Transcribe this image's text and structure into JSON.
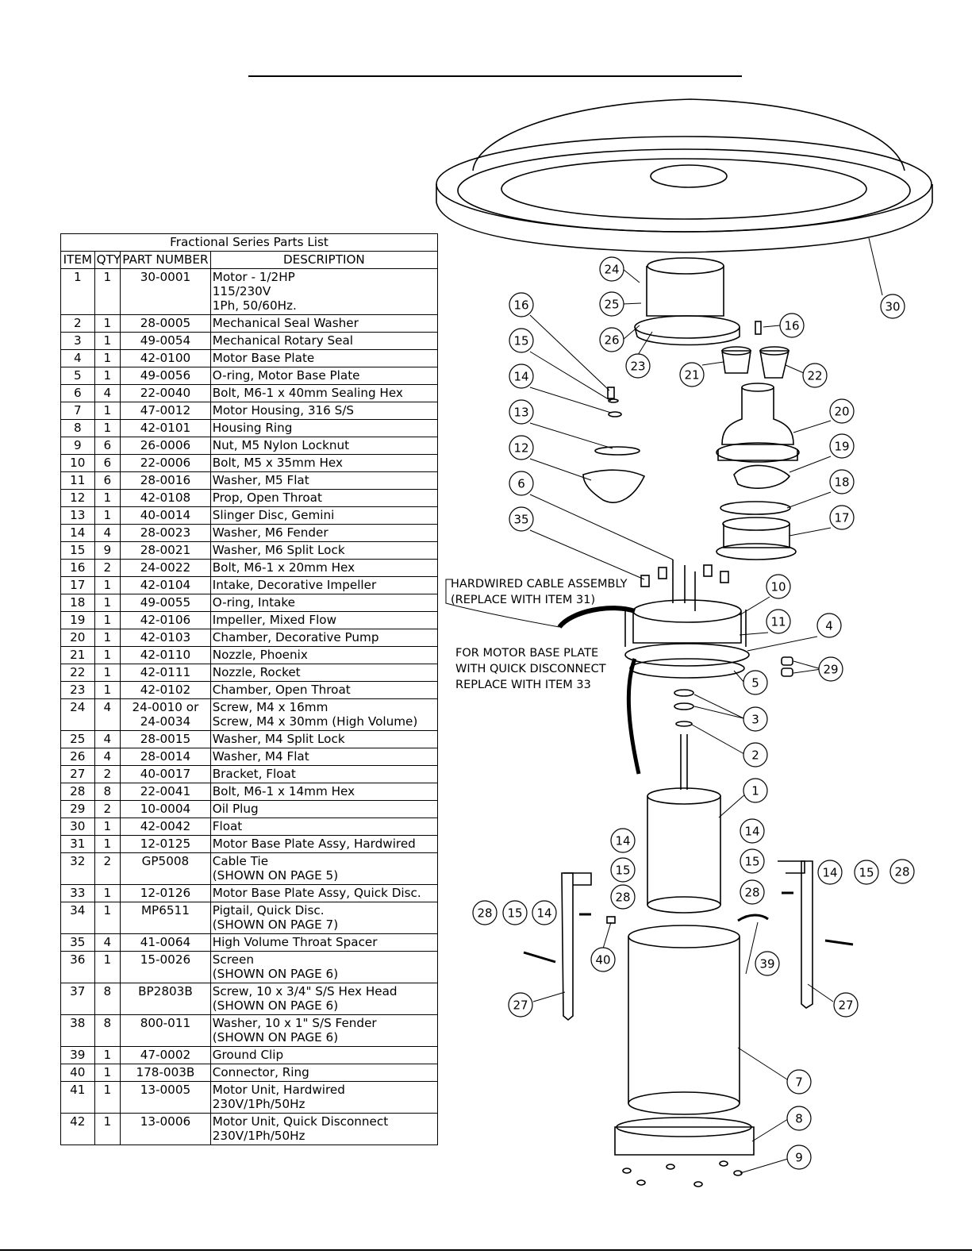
{
  "table": {
    "title": "Fractional Series Parts List",
    "headers": [
      "ITEM",
      "QTY",
      "PART NUMBER",
      "DESCRIPTION"
    ],
    "rows": [
      {
        "item": "1",
        "qty": "1",
        "pn": "30-0001",
        "desc": "Motor - 1/2HP\n            115/230V\n            1Ph, 50/60Hz."
      },
      {
        "item": "2",
        "qty": "1",
        "pn": "28-0005",
        "desc": "Mechanical Seal Washer"
      },
      {
        "item": "3",
        "qty": "1",
        "pn": "49-0054",
        "desc": "Mechanical Rotary Seal"
      },
      {
        "item": "4",
        "qty": "1",
        "pn": "42-0100",
        "desc": "Motor Base Plate"
      },
      {
        "item": "5",
        "qty": "1",
        "pn": "49-0056",
        "desc": "O-ring, Motor Base Plate"
      },
      {
        "item": "6",
        "qty": "4",
        "pn": "22-0040",
        "desc": "Bolt, M6-1 x 40mm Sealing Hex"
      },
      {
        "item": "7",
        "qty": "1",
        "pn": "47-0012",
        "desc": "Motor Housing, 316 S/S"
      },
      {
        "item": "8",
        "qty": "1",
        "pn": "42-0101",
        "desc": "Housing Ring"
      },
      {
        "item": "9",
        "qty": "6",
        "pn": "26-0006",
        "desc": "Nut, M5 Nylon Locknut"
      },
      {
        "item": "10",
        "qty": "6",
        "pn": "22-0006",
        "desc": "Bolt, M5 x 35mm Hex"
      },
      {
        "item": "11",
        "qty": "6",
        "pn": "28-0016",
        "desc": "Washer, M5 Flat"
      },
      {
        "item": "12",
        "qty": "1",
        "pn": "42-0108",
        "desc": "Prop, Open Throat"
      },
      {
        "item": "13",
        "qty": "1",
        "pn": "40-0014",
        "desc": "Slinger Disc, Gemini"
      },
      {
        "item": "14",
        "qty": "4",
        "pn": "28-0023",
        "desc": "Washer, M6 Fender"
      },
      {
        "item": "15",
        "qty": "9",
        "pn": "28-0021",
        "desc": "Washer, M6 Split Lock"
      },
      {
        "item": "16",
        "qty": "2",
        "pn": "24-0022",
        "desc": "Bolt, M6-1 x 20mm Hex"
      },
      {
        "item": "17",
        "qty": "1",
        "pn": "42-0104",
        "desc": "Intake, Decorative Impeller"
      },
      {
        "item": "18",
        "qty": "1",
        "pn": "49-0055",
        "desc": "O-ring, Intake"
      },
      {
        "item": "19",
        "qty": "1",
        "pn": "42-0106",
        "desc": "Impeller, Mixed Flow"
      },
      {
        "item": "20",
        "qty": "1",
        "pn": "42-0103",
        "desc": "Chamber, Decorative Pump"
      },
      {
        "item": "21",
        "qty": "1",
        "pn": "42-0110",
        "desc": "Nozzle, Phoenix"
      },
      {
        "item": "22",
        "qty": "1",
        "pn": "42-0111",
        "desc": "Nozzle, Rocket"
      },
      {
        "item": "23",
        "qty": "1",
        "pn": "42-0102",
        "desc": "Chamber, Open Throat"
      },
      {
        "item": "24",
        "qty": "4",
        "pn": "24-0010 or\n24-0034",
        "desc": "Screw, M4 x 16mm\nScrew, M4 x 30mm (High Volume)"
      },
      {
        "item": "25",
        "qty": "4",
        "pn": "28-0015",
        "desc": "Washer, M4 Split Lock"
      },
      {
        "item": "26",
        "qty": "4",
        "pn": "28-0014",
        "desc": "Washer, M4 Flat"
      },
      {
        "item": "27",
        "qty": "2",
        "pn": "40-0017",
        "desc": "Bracket, Float"
      },
      {
        "item": "28",
        "qty": "8",
        "pn": "22-0041",
        "desc": "Bolt, M6-1 x 14mm Hex"
      },
      {
        "item": "29",
        "qty": "2",
        "pn": "10-0004",
        "desc": "Oil Plug"
      },
      {
        "item": "30",
        "qty": "1",
        "pn": "42-0042",
        "desc": "Float"
      },
      {
        "item": "31",
        "qty": "1",
        "pn": "12-0125",
        "desc": "Motor Base Plate Assy, Hardwired"
      },
      {
        "item": "32",
        "qty": "2",
        "pn": "GP5008",
        "desc": "Cable Tie\n(SHOWN ON PAGE 5)"
      },
      {
        "item": "33",
        "qty": "1",
        "pn": "12-0126",
        "desc": "Motor Base Plate Assy, Quick Disc."
      },
      {
        "item": "34",
        "qty": "1",
        "pn": "MP6511",
        "desc": "Pigtail, Quick Disc.\n(SHOWN ON PAGE 7)"
      },
      {
        "item": "35",
        "qty": "4",
        "pn": "41-0064",
        "desc": "High Volume Throat Spacer"
      },
      {
        "item": "36",
        "qty": "1",
        "pn": "15-0026",
        "desc": "Screen\n(SHOWN ON PAGE 6)"
      },
      {
        "item": "37",
        "qty": "8",
        "pn": "BP2803B",
        "desc": "Screw, 10 x 3/4\" S/S Hex Head\n(SHOWN ON PAGE 6)"
      },
      {
        "item": "38",
        "qty": "8",
        "pn": "800-011",
        "desc": "Washer, 10 x 1\" S/S Fender\n(SHOWN ON PAGE 6)"
      },
      {
        "item": "39",
        "qty": "1",
        "pn": "47-0002",
        "desc": "Ground Clip"
      },
      {
        "item": "40",
        "qty": "1",
        "pn": "178-003B",
        "desc": "Connector, Ring"
      },
      {
        "item": "41",
        "qty": "1",
        "pn": "13-0005",
        "desc": "Motor Unit, Hardwired\n230V/1Ph/50Hz"
      },
      {
        "item": "42",
        "qty": "1",
        "pn": "13-0006",
        "desc": "Motor Unit, Quick Disconnect\n230V/1Ph/50Hz"
      }
    ]
  },
  "notes": {
    "hardwired": "HARDWIRED CABLE ASSEMBLY\n(REPLACE WITH ITEM 31)",
    "quick_disconnect": "FOR MOTOR BASE PLATE\nWITH QUICK DISCONNECT\nREPLACE WITH ITEM 33"
  },
  "callouts": [
    "24",
    "25",
    "26",
    "23",
    "30",
    "16",
    "15",
    "14",
    "13",
    "12",
    "6",
    "35",
    "16",
    "21",
    "22",
    "20",
    "19",
    "18",
    "17",
    "10",
    "11",
    "4",
    "29",
    "5",
    "3",
    "2",
    "1",
    "14",
    "15",
    "28",
    "28",
    "15",
    "14",
    "40",
    "14",
    "15",
    "28",
    "28",
    "14",
    "15",
    "39",
    "27",
    "27",
    "7",
    "8",
    "9"
  ]
}
